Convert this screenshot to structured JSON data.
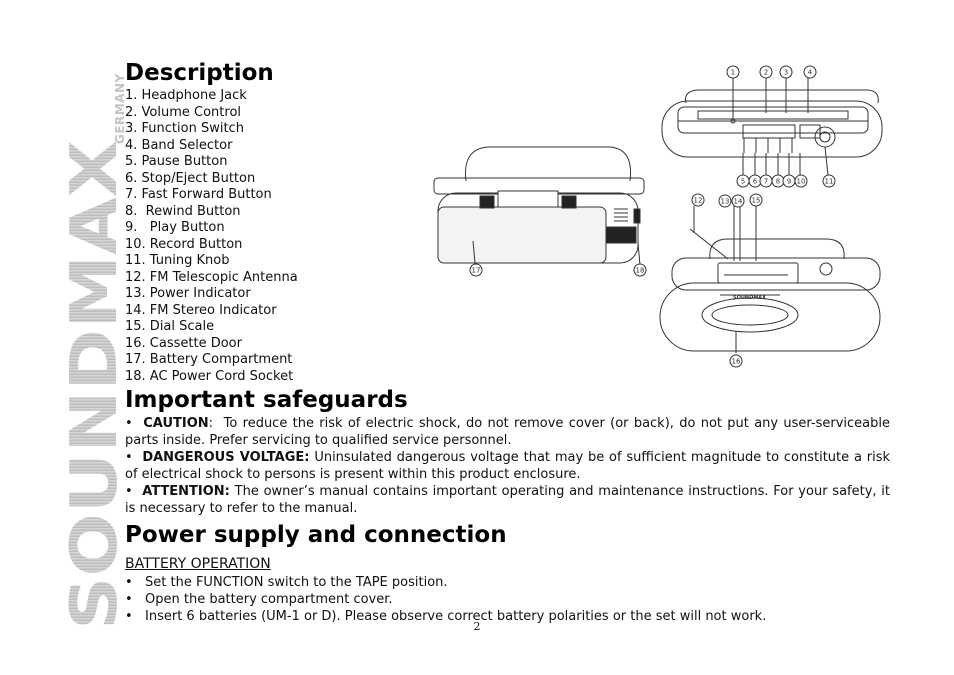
{
  "brand": {
    "name": "SOUNDMAX",
    "country": "GERMANY"
  },
  "description": {
    "title": "Description",
    "parts": [
      "1. Headphone Jack",
      "2. Volume Control",
      "3. Function Switch",
      "4. Band Selector",
      "5. Pause Button",
      "6. Stop/Eject Button",
      "7. Fast Forward Button",
      "8.  Rewind Button",
      "9.   Play Button",
      "10. Record Button",
      "11. Tuning Knob",
      "12. FM Telescopic Antenna",
      "13. Power Indicator",
      "14. FM Stereo Indicator",
      "15. Dial Scale",
      "16. Cassette Door",
      "17. Battery Compartment",
      "18. AC Power Cord Socket"
    ]
  },
  "figure": {
    "callouts": [
      "1",
      "2",
      "3",
      "4",
      "5",
      "6",
      "7",
      "8",
      "9",
      "10",
      "11",
      "12",
      "13",
      "14",
      "15",
      "16",
      "17",
      "18"
    ],
    "device_brand": "SOUNDMAX"
  },
  "safeguards": {
    "title": "Important safeguards",
    "items": [
      {
        "label": "CAUTION",
        "sep": ":  ",
        "text": "To reduce the risk of electric shock, do not remove cover (or back), do not put any user-serviceable parts inside. Prefer servicing to qualified service personnel."
      },
      {
        "label": "DANGEROUS VOLTAGE:",
        "sep": " ",
        "text": "Uninsulated dangerous voltage that may be of sufficient magnitude to constitute a risk of electrical shock to persons is present within this product enclosure."
      },
      {
        "label": "ATTENTION:",
        "sep": " ",
        "text": "The owner’s manual contains important operating and maintenance instructions. For your safety, it is necessary to refer to the manual."
      }
    ]
  },
  "power": {
    "title": "Power supply and connection",
    "subtitle": "BATTERY OPERATION",
    "items": [
      "Set the FUNCTION switch to the TAPE position.",
      "Open the battery compartment cover.",
      "Insert 6 batteries (UM-1 or D). Please observe correct battery polarities or the set will not work."
    ]
  },
  "page_number": "2"
}
